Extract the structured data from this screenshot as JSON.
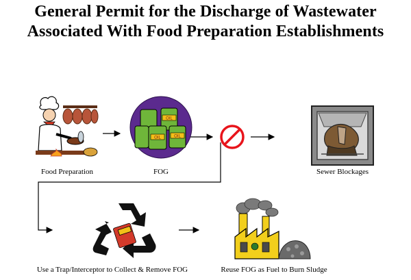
{
  "title_line1": "General Permit for the Discharge of Wastewater",
  "title_line2": "Associated With Food Preparation Establishments",
  "steps": {
    "food_preparation": "Food Preparation",
    "fog": "FOG",
    "sewer_blockages": "Sewer Blockages",
    "trap_interceptor": "Use a Trap/Interceptor to Collect & Remove FOG",
    "reuse_fog": "Reuse FOG as Fuel to Burn Sludge"
  },
  "barrel_text": "OIL",
  "colors": {
    "arrow": "#000000",
    "prohibit": "#e8141b",
    "fog_background": "#5b2a8e",
    "barrel": "#6fb63a",
    "recycle": "#111111",
    "factory": "#f2cf1c",
    "sewer_frame": "#8a8a8a"
  }
}
